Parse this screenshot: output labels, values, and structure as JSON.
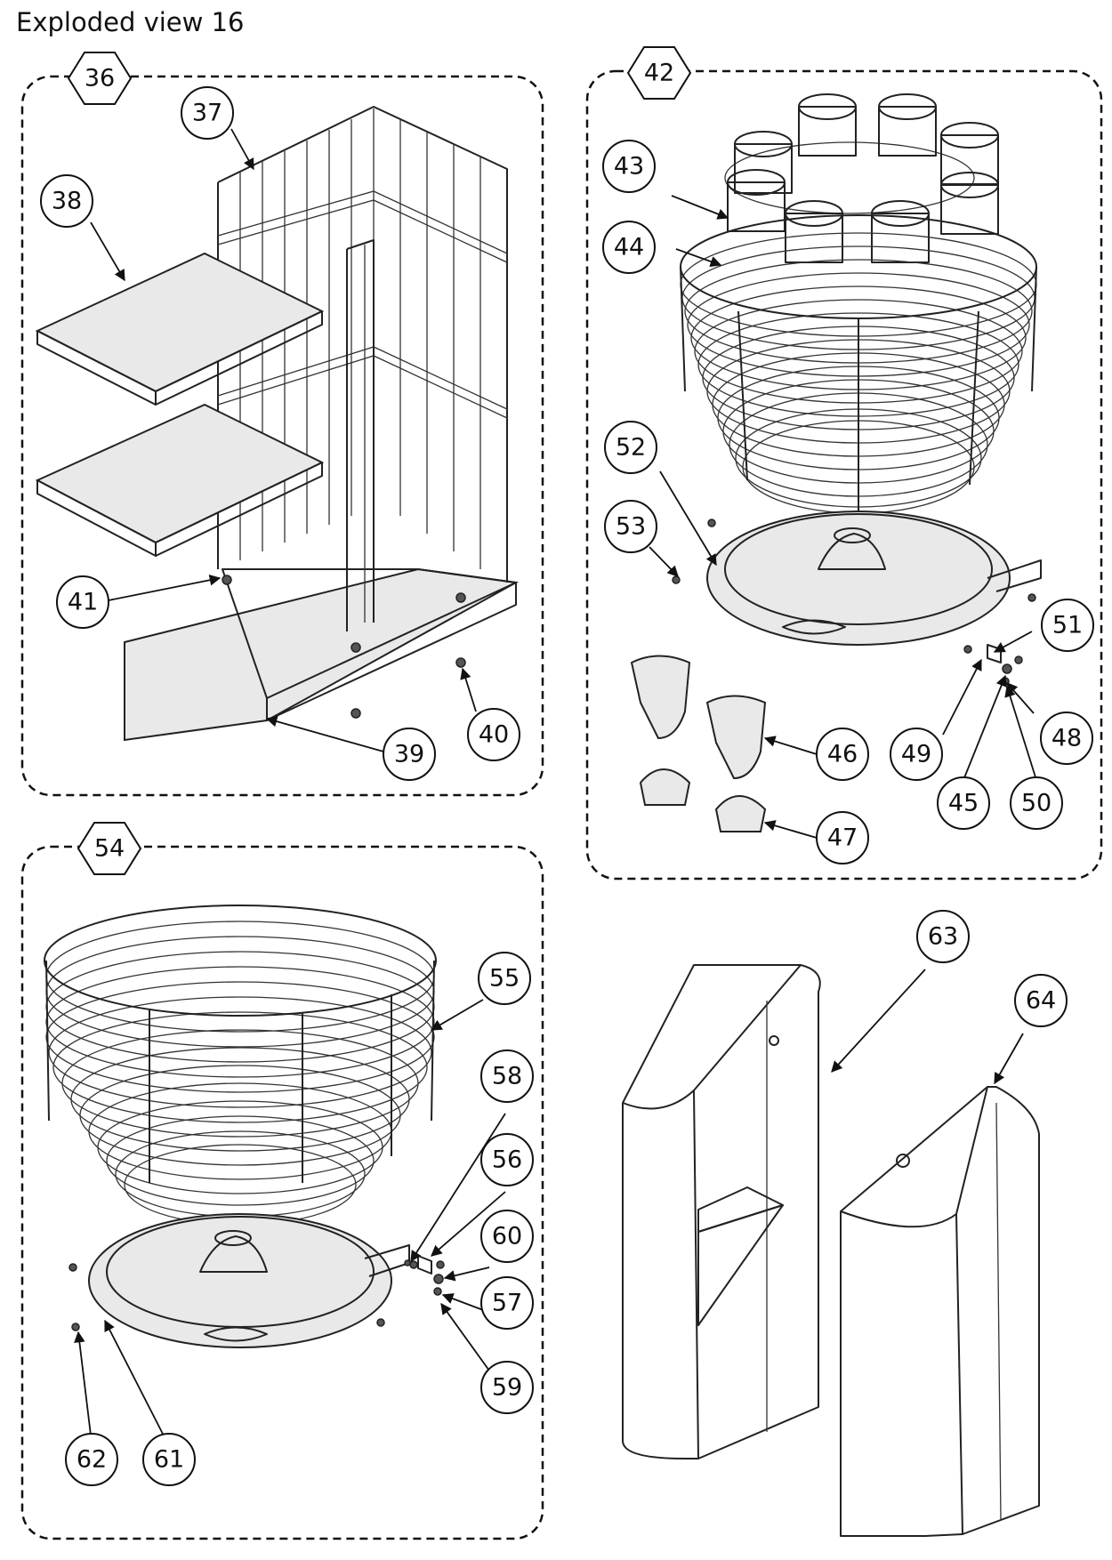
{
  "title": "Exploded view 16",
  "groups": [
    {
      "label": "36"
    },
    {
      "label": "42"
    },
    {
      "label": "54"
    }
  ],
  "callouts": [
    "37",
    "38",
    "39",
    "40",
    "41",
    "43",
    "44",
    "45",
    "46",
    "47",
    "48",
    "49",
    "50",
    "51",
    "52",
    "53",
    "55",
    "56",
    "57",
    "58",
    "59",
    "60",
    "61",
    "62",
    "63",
    "64"
  ]
}
